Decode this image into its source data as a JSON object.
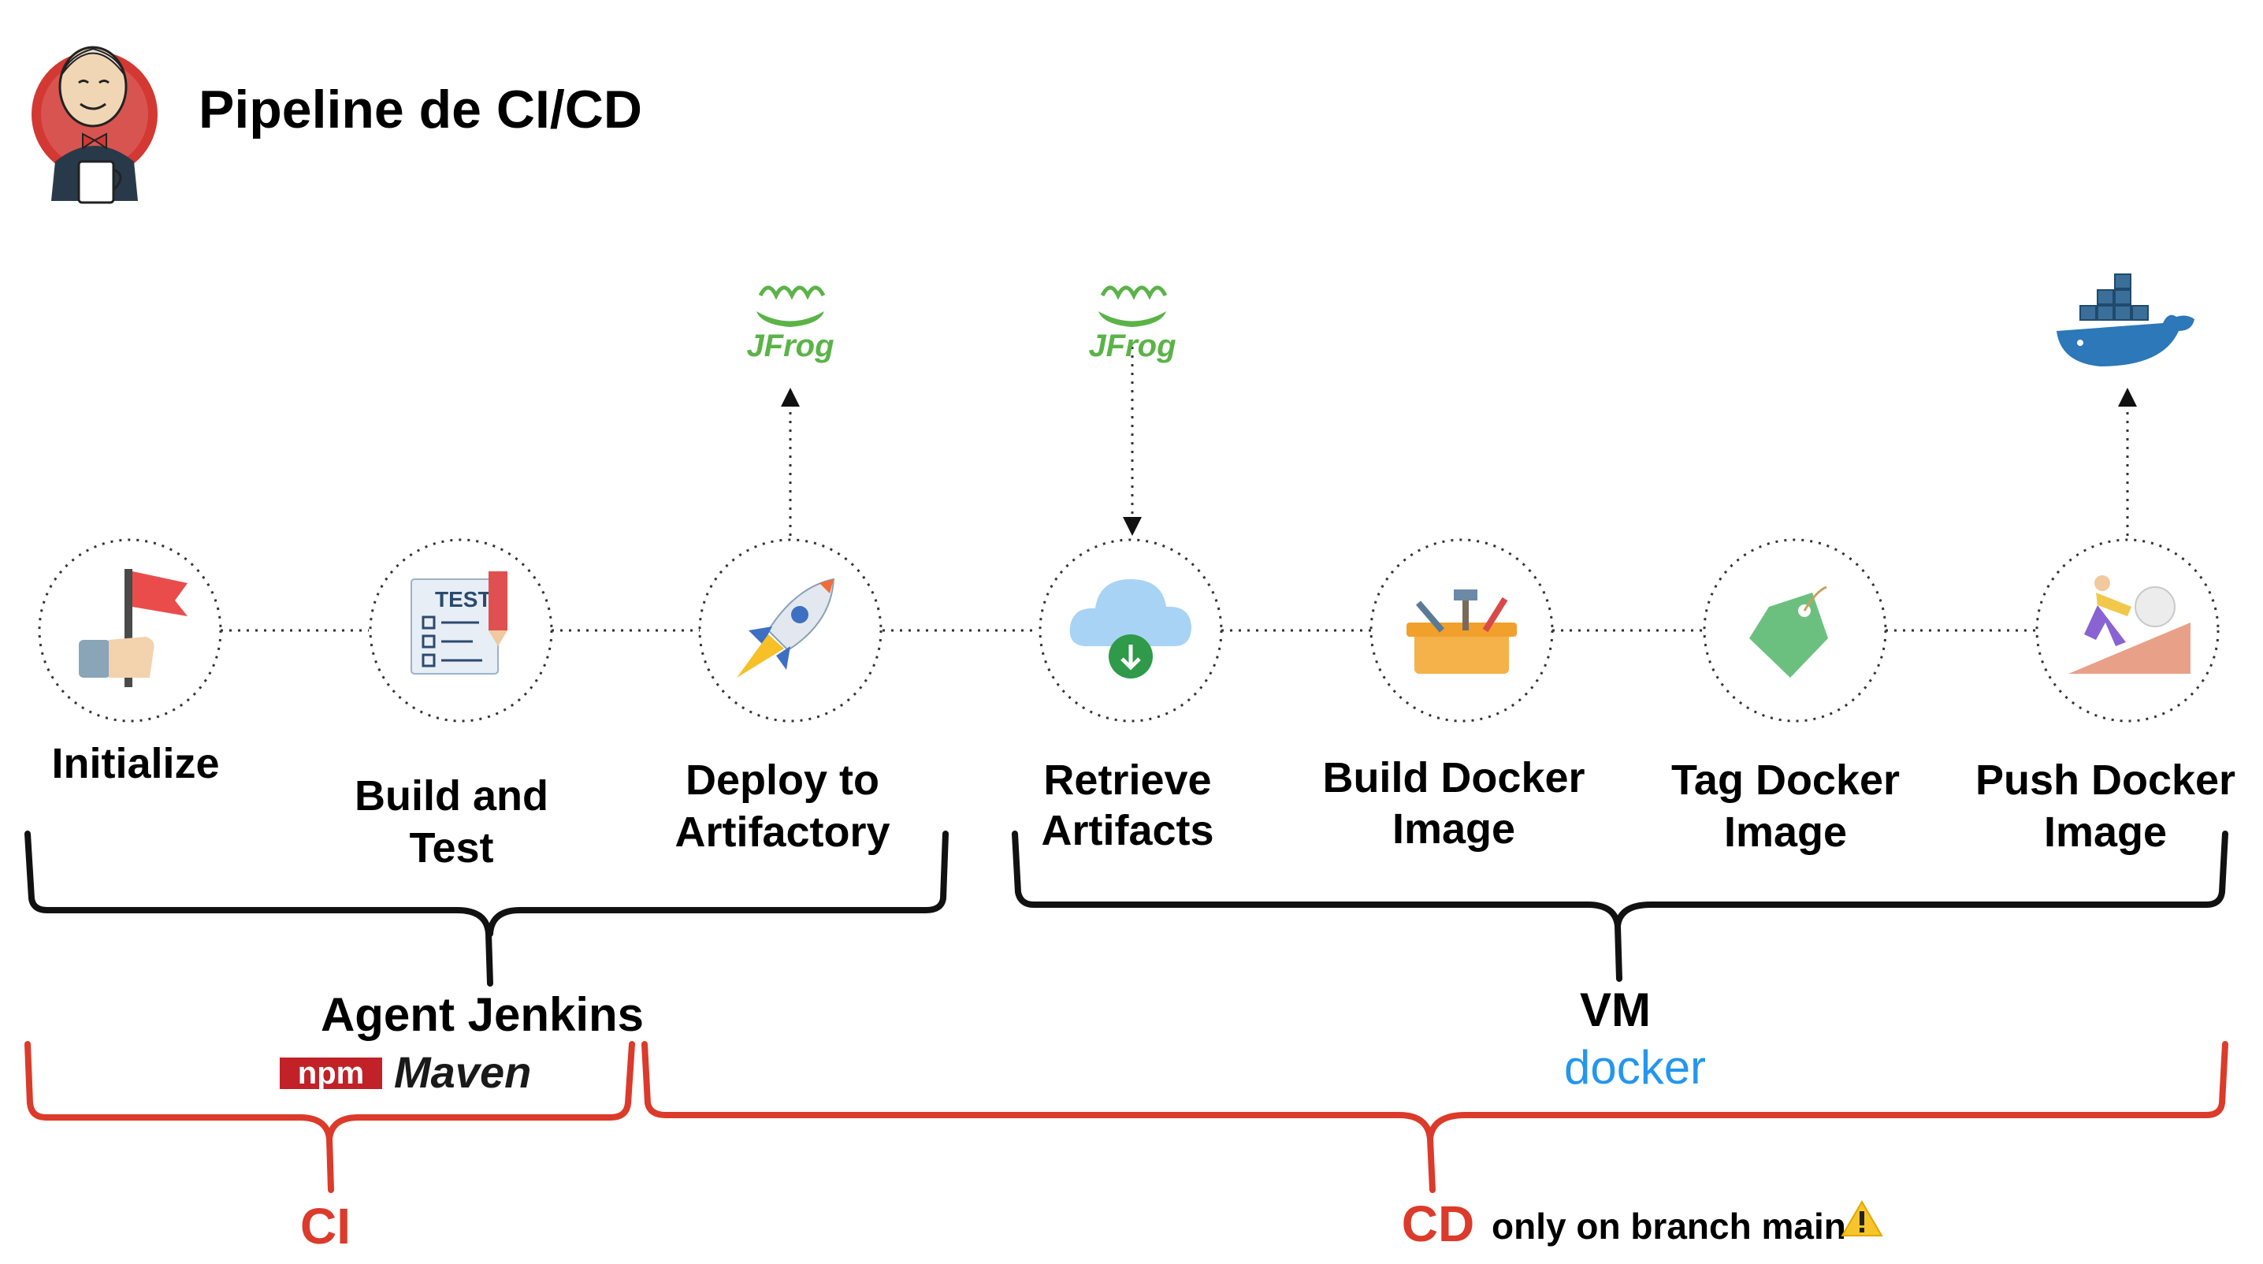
{
  "title": "Pipeline de CI/CD",
  "stages": [
    {
      "label_lines": [
        "Initialize"
      ],
      "icon": "flag-icon"
    },
    {
      "label_lines": [
        "Build and",
        "Test"
      ],
      "icon": "test-checklist-icon"
    },
    {
      "label_lines": [
        "Deploy to",
        "Artifactory"
      ],
      "icon": "rocket-icon"
    },
    {
      "label_lines": [
        "Retrieve",
        "Artifacts"
      ],
      "icon": "cloud-download-icon"
    },
    {
      "label_lines": [
        "Build Docker",
        "Image"
      ],
      "icon": "toolbox-icon"
    },
    {
      "label_lines": [
        "Tag Docker",
        "Image"
      ],
      "icon": "tag-icon"
    },
    {
      "label_lines": [
        "Push Docker",
        "Image"
      ],
      "icon": "climber-icon"
    }
  ],
  "external": {
    "jfrog_upload": "JFrog",
    "jfrog_download": "JFrog",
    "docker_hub_icon": "docker-whale-icon"
  },
  "groups": {
    "agent": {
      "label": "Agent Jenkins",
      "tools": [
        "npm",
        "Maven"
      ]
    },
    "vm": {
      "label": "VM",
      "tools": [
        "docker"
      ]
    }
  },
  "phases": {
    "ci": {
      "label": "CI"
    },
    "cd": {
      "label": "CD",
      "note": "only on branch main",
      "note_icon": "warning-icon"
    }
  },
  "colors": {
    "jfrog_green": "#5bb348",
    "docker_blue": "#2496ed",
    "phase_red": "#dc3a2a",
    "npm_red": "#c12127"
  }
}
